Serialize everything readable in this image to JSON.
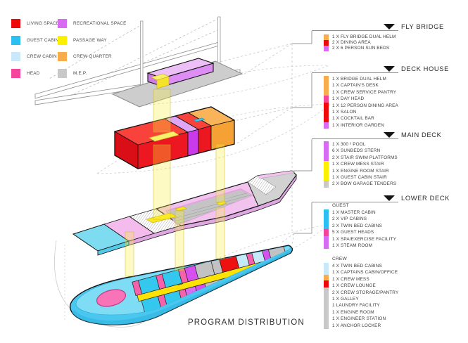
{
  "legend": {
    "items": [
      {
        "label": "LIVING SPACE",
        "color": "#EE0A0A"
      },
      {
        "label": "GUEST CABIN",
        "color": "#2BC0EF"
      },
      {
        "label": "CREW CABIN",
        "color": "#C9E9FA"
      },
      {
        "label": "HEAD",
        "color": "#F5449B"
      },
      {
        "label": "RECREATIONAL SPACE",
        "color": "#D76BF2"
      },
      {
        "label": "PASSAGE WAY",
        "color": "#FAF000"
      },
      {
        "label": "CREW QUARTER",
        "color": "#F8AC4C"
      },
      {
        "label": "M.E.P.",
        "color": "#C8C8C8"
      }
    ]
  },
  "sections": [
    {
      "title": "FLY BRIDGE",
      "bar_segments": [
        {
          "color": "#F8AC4C",
          "rows": 1
        },
        {
          "color": "#EE0A0A",
          "rows": 1
        },
        {
          "color": "#D76BF2",
          "rows": 1
        }
      ],
      "items": [
        "1 X FLY BRIDGE DUAL HELM",
        "2 X DINING AREA",
        "2 X 6 PERSON SUN BEDS"
      ]
    },
    {
      "title": "DECK HOUSE",
      "bar_segments": [
        {
          "color": "#F8AC4C",
          "rows": 3
        },
        {
          "color": "#F5449B",
          "rows": 1
        },
        {
          "color": "#EE0A0A",
          "rows": 3
        },
        {
          "color": "#D76BF2",
          "rows": 1
        }
      ],
      "items": [
        "1 X BRIDGE DUAL HELM",
        "1 X CAPTAIN'S DESK",
        "1 X CREW SERVICE PANTRY",
        "1 X DAY HEAD",
        "1 X 12 PERSON DINING AREA",
        "1 X SALON",
        "1 X COCKTAIL BAR",
        "1 X INTERIOR GARDEN"
      ]
    },
    {
      "title": "MAIN DECK",
      "bar_segments": [
        {
          "color": "#D76BF2",
          "rows": 3
        },
        {
          "color": "#FAF000",
          "rows": 3
        },
        {
          "color": "#C8C8C8",
          "rows": 1
        }
      ],
      "items": [
        "1 X 300 ² POOL",
        "6 X SUNBEDS STERN",
        "2 X STAIR SWIM PLATFORMS",
        "1 X CREW MESS STAIR",
        "1 X ENGINE ROOM STAIR",
        "1 X GUEST CABIN STAIR",
        "2 X BOW GARAGE TENDERS"
      ]
    },
    {
      "title": "LOWER DECK",
      "groups": [
        {
          "heading": "GUEST",
          "bar_segments": [
            {
              "color": "#2BC0EF",
              "rows": 3
            },
            {
              "color": "#F5449B",
              "rows": 1
            },
            {
              "color": "#D76BF2",
              "rows": 2
            }
          ],
          "items": [
            "1 X MASTER CABIN",
            "2 X VIP CABINS",
            "2 X TWIN BED CABINS",
            "5 X GUEST HEADS",
            "1 X SPA/EXERCISE FACILITY",
            "1 X STEAM ROOM"
          ]
        },
        {
          "heading": "CREW",
          "bar_segments": [
            {
              "color": "#C9E9FA",
              "rows": 1.8
            },
            {
              "color": "#F8AC4C",
              "rows": 0.85
            },
            {
              "color": "#EE0A0A",
              "rows": 1.05
            },
            {
              "color": "#C8C8C8",
              "rows": 6.3
            }
          ],
          "items": [
            "4 X TWIN BED CABINS",
            "1 X CAPTAINS CABIN/OFFICE",
            "1 X CREW MESS",
            "1 X CREW LOUNGE",
            "2 X CREW STORAGE/PANTRY",
            "1 X GALLEY",
            "1 LAUNDRY FACILITY",
            "1 X ENGINE ROOM",
            "1 X ENGINEER STATION",
            "1 X ANCHOR LOCKER"
          ]
        }
      ]
    }
  ],
  "caption": "PROGRAM DISTRIBUTION"
}
